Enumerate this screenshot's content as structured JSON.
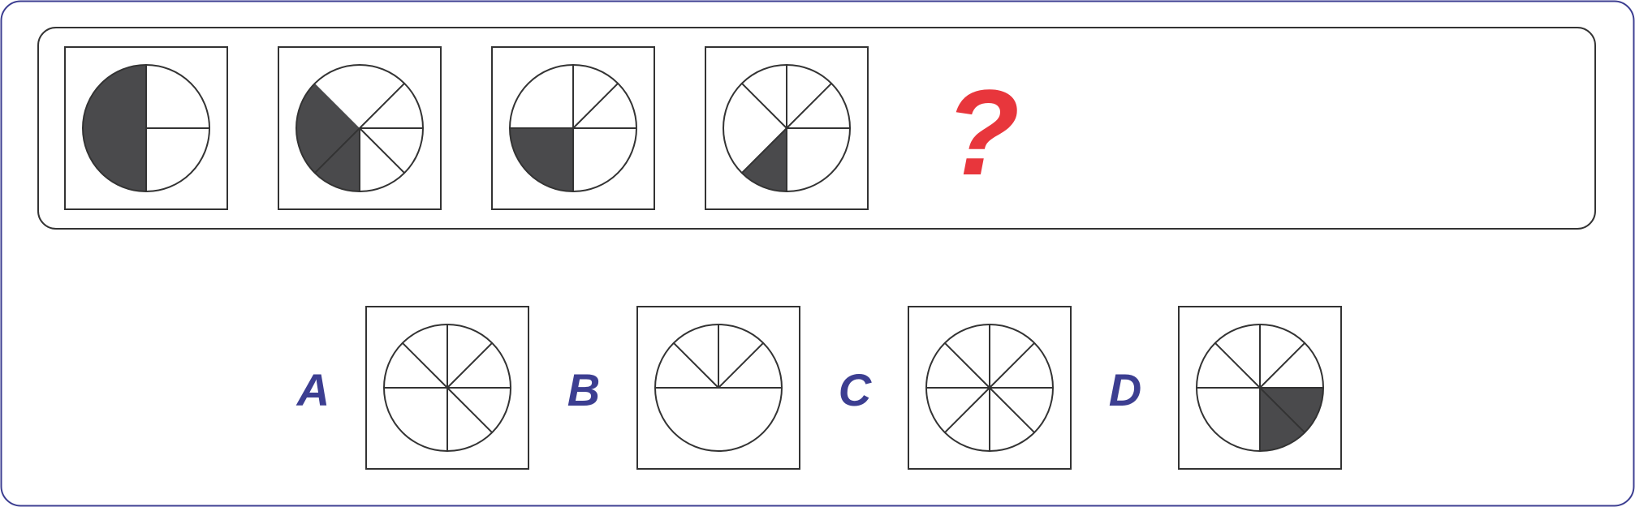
{
  "colors": {
    "outer_border": "#3c3e91",
    "stroke": "#333333",
    "fill": "#4a4a4c",
    "question_mark": "#e8363c",
    "option_letter": "#3c3e91"
  },
  "question_mark": "?",
  "sequence": [
    {
      "spokes": [
        90,
        270,
        0
      ],
      "filled_sectors": [
        [
          90,
          270
        ]
      ]
    },
    {
      "spokes": [
        0,
        90,
        135,
        315,
        45
      ],
      "filled_sectors": [
        [
          90,
          135
        ],
        [
          135,
          225
        ]
      ]
    },
    {
      "spokes": [
        0,
        90,
        180,
        270,
        315
      ],
      "filled_sectors": [
        [
          90,
          180
        ]
      ]
    },
    {
      "spokes": [
        0,
        90,
        135,
        225,
        270,
        315
      ],
      "filled_sectors": [
        [
          90,
          135
        ]
      ]
    }
  ],
  "options": [
    {
      "letter": "A",
      "spokes": [
        0,
        90,
        180,
        270,
        315,
        225,
        45
      ],
      "filled_sectors": []
    },
    {
      "letter": "B",
      "spokes": [
        0,
        180,
        270,
        315,
        225
      ],
      "filled_sectors": []
    },
    {
      "letter": "C",
      "spokes": [
        0,
        45,
        90,
        135,
        180,
        225,
        270,
        315
      ],
      "filled_sectors": []
    },
    {
      "letter": "D",
      "spokes": [
        0,
        90,
        180,
        270,
        315,
        225,
        45
      ],
      "filled_sectors": [
        [
          0,
          45
        ],
        [
          45,
          90
        ]
      ]
    }
  ]
}
